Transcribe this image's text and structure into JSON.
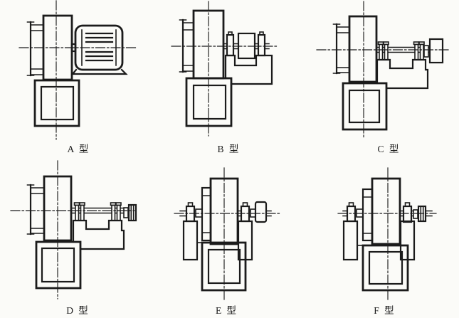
{
  "page": {
    "background": "#fbfbf8",
    "ink": "#1b1b1b",
    "description_labels_only": "six fan drive-arrangement outline drawings"
  },
  "figures": [
    {
      "id": "A",
      "label": "A 型"
    },
    {
      "id": "B",
      "label": "B 型"
    },
    {
      "id": "C",
      "label": "C 型"
    },
    {
      "id": "D",
      "label": "D 型"
    },
    {
      "id": "E",
      "label": "E 型"
    },
    {
      "id": "F",
      "label": "F 型"
    }
  ]
}
